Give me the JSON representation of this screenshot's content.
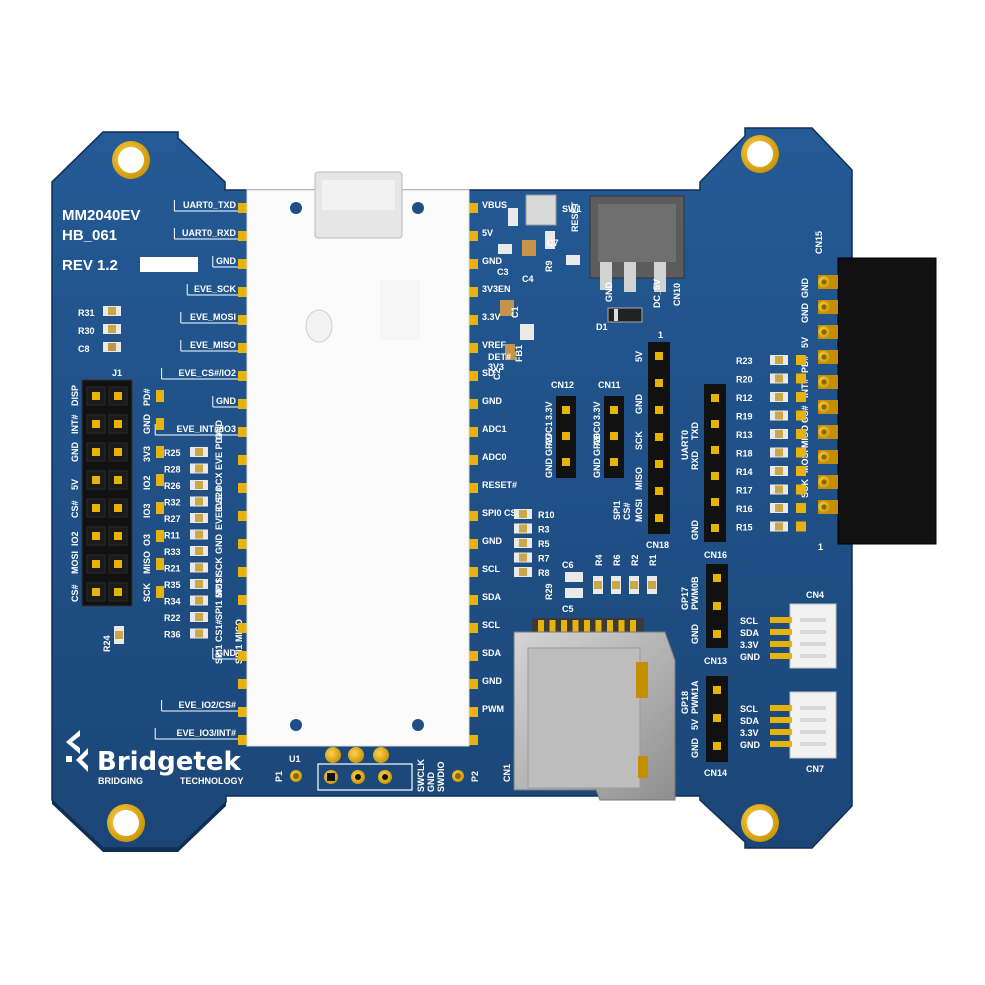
{
  "board": {
    "name": "MM2040EV",
    "hb": "HB_061",
    "rev": "REV 1.2",
    "brand": "Bridgetek",
    "brand_sub_left": "BRIDGING",
    "brand_sub_right": "TECHNOLOGY"
  },
  "colors": {
    "pcb": "#1f4f86",
    "pcb_dark": "#173e6c",
    "gold": "#e8b20c",
    "white_module": "#fbfbfb",
    "black": "#111111"
  },
  "left_labels": [
    "UART0_TXD",
    "UART0_RXD",
    "GND",
    "EVE_SCK",
    "EVE_MOSI",
    "EVE_MISO",
    "EVE_CS#/IO2",
    "GND",
    "EVE_INT#/IO3",
    "GND",
    "EVE_IO2/CS#",
    "EVE_IO3/INT#"
  ],
  "left_refs": [
    "R31",
    "R30",
    "C8",
    "R24"
  ],
  "j1": {
    "label": "J1",
    "left": [
      "DISP",
      "INT#",
      "GND",
      "5V",
      "CS#",
      "IO2",
      "MOSI",
      "CS#"
    ],
    "right": [
      "PD#",
      "GND",
      "3V3",
      "IO2",
      "IO3",
      "O3",
      "MISO",
      "SCK"
    ]
  },
  "mid_left_refs": [
    "R25",
    "R28",
    "R26",
    "R32",
    "R27",
    "R11",
    "R33",
    "R21",
    "R35",
    "R34",
    "R22",
    "R36"
  ],
  "mid_left_labels": [
    "EVE PD#",
    "EVE DCX",
    "EVE CS2#",
    "GND",
    "SPI1 SCK",
    "SPI1 MOSI",
    "SPI1 CS1#",
    "SPI1 MISO",
    "GND"
  ],
  "right_module_labels": [
    "VBUS",
    "5V",
    "GND",
    "3V3EN",
    "3.3V",
    "VREF",
    "SD",
    "GND",
    "ADC1",
    "ADC0",
    "RESET#",
    "SPI0 CS2#",
    "GND",
    "SCL",
    "SDA",
    "SCL",
    "SDA",
    "GND",
    "PWM"
  ],
  "top_refs": [
    "SW1",
    "RESET",
    "C7",
    "C3",
    "C4",
    "R9",
    "C1",
    "FB1",
    "C2",
    "DET#",
    "3V3",
    "DC_5V",
    "D1",
    "CN10"
  ],
  "cn12": {
    "label": "CN12",
    "pins": [
      "3.3V",
      "ADC1",
      "GP27",
      "GND"
    ]
  },
  "cn11": {
    "label": "CN11",
    "pins": [
      "3.3V",
      "ADC0",
      "GP26",
      "GND"
    ]
  },
  "cn18": {
    "label": "CN18",
    "pins": [
      "5V",
      "GND",
      "SCK",
      "MISO",
      "MOSI",
      "CS#",
      "SPI1"
    ]
  },
  "cn19": {
    "label": "UART0",
    "pins": [
      "TXD",
      "RXD",
      "GND"
    ]
  },
  "mid_refs": [
    "R10",
    "R3",
    "R5",
    "R7",
    "R8",
    "R29",
    "C6",
    "C5",
    "R4",
    "R6",
    "R2",
    "R1"
  ],
  "cn16": {
    "label": "CN16",
    "pins": [
      "PWM0B",
      "GP17",
      "GND"
    ]
  },
  "cn13": {
    "label": "CN13"
  },
  "cn14": {
    "label": "CN14",
    "pins": [
      "PWM1A",
      "GP18",
      "5V",
      "GND"
    ]
  },
  "cn1": {
    "label": "CN1"
  },
  "right_refs": [
    "R23",
    "R20",
    "R12",
    "R19",
    "R13",
    "R18",
    "R14",
    "R17",
    "R16",
    "R15"
  ],
  "cn15": {
    "label": "CN15",
    "pins": [
      "GND",
      "GND",
      "5V",
      "PD#",
      "INT#",
      "CS#",
      "MISO",
      "MOSI",
      "SCK"
    ],
    "pin1": "1"
  },
  "cn4": {
    "label": "CN4",
    "pins": [
      "SCL",
      "SDA",
      "3.3V",
      "GND"
    ]
  },
  "cn7": {
    "label": "CN7",
    "pins": [
      "SCL",
      "SDA",
      "3.3V",
      "GND"
    ]
  },
  "bottom": {
    "u1": "U1",
    "p1": "P1",
    "p2": "P2",
    "swd": [
      "SWCLK",
      "GND",
      "SWDIO"
    ]
  }
}
